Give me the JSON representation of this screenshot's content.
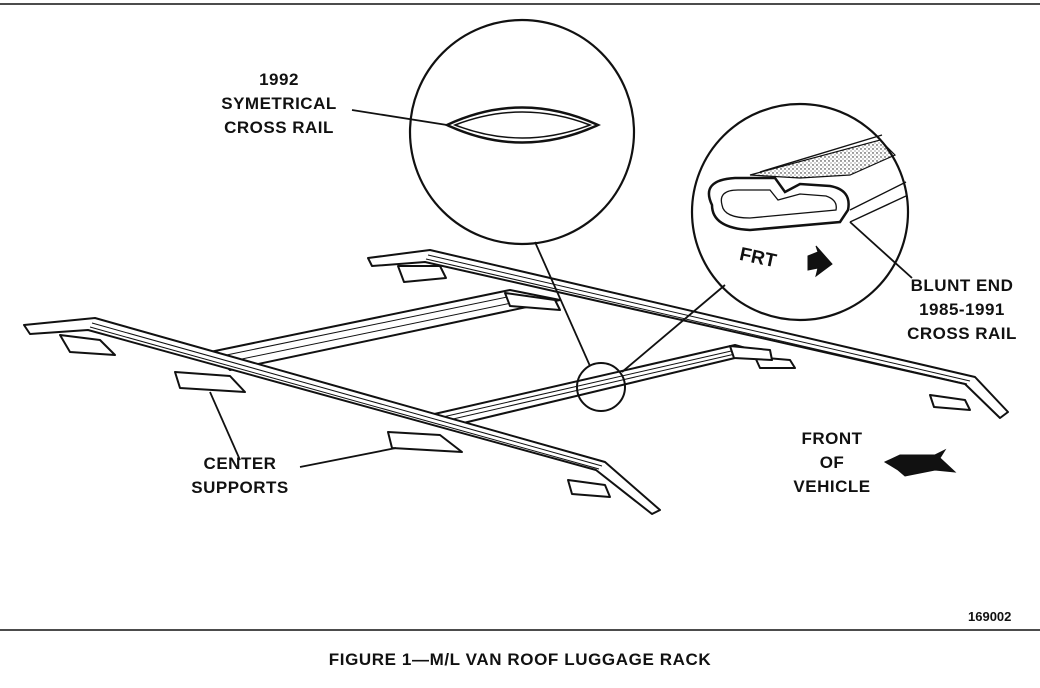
{
  "labels": {
    "symmetrical_rail": [
      "1992",
      "SYMETRICAL",
      "CROSS RAIL"
    ],
    "blunt_rail": [
      "BLUNT END",
      "1985-1991",
      "CROSS RAIL"
    ],
    "center_supports": [
      "CENTER",
      "SUPPORTS"
    ],
    "front_of_vehicle": [
      "FRONT",
      "OF",
      "VEHICLE"
    ],
    "frt": "FRT"
  },
  "figure_number": "169002",
  "caption": "FIGURE 1—M/L VAN ROOF LUGGAGE RACK",
  "colors": {
    "ink": "#111111",
    "paper": "#ffffff"
  }
}
